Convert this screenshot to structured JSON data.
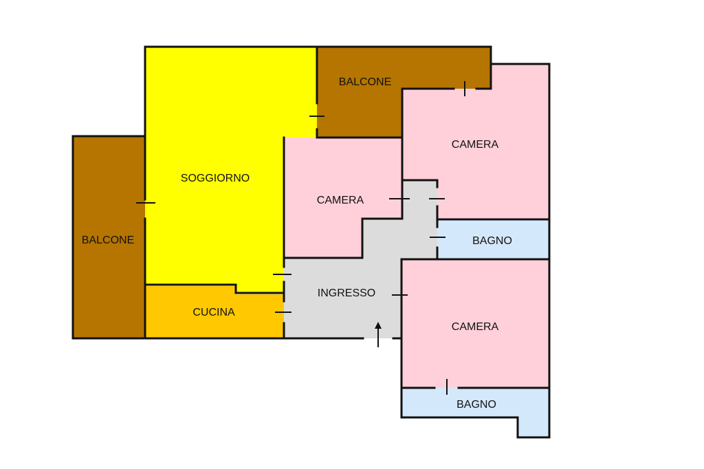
{
  "floorplan": {
    "colors": {
      "balcony": "#b57500",
      "living": "#ffff00",
      "kitchen": "#ffc800",
      "bedroom": "#ffd0da",
      "bathroom": "#d4e8fb",
      "hall": "#dcdcdc",
      "wall": "#111111"
    },
    "rooms": [
      {
        "id": "balcone-west",
        "label": "BALCONE",
        "type": "balcony"
      },
      {
        "id": "soggiorno",
        "label": "SOGGIORNO",
        "type": "living"
      },
      {
        "id": "balcone-north",
        "label": "BALCONE",
        "type": "balcony"
      },
      {
        "id": "camera-ne",
        "label": "CAMERA",
        "type": "bedroom"
      },
      {
        "id": "camera-center",
        "label": "CAMERA",
        "type": "bedroom"
      },
      {
        "id": "bagno-east",
        "label": "BAGNO",
        "type": "bathroom"
      },
      {
        "id": "ingresso",
        "label": "INGRESSO",
        "type": "hall"
      },
      {
        "id": "cucina",
        "label": "CUCINA",
        "type": "kitchen"
      },
      {
        "id": "camera-se",
        "label": "CAMERA",
        "type": "bedroom"
      },
      {
        "id": "bagno-south",
        "label": "BAGNO",
        "type": "bathroom"
      }
    ],
    "entrance_icon": "arrow-up-icon"
  }
}
